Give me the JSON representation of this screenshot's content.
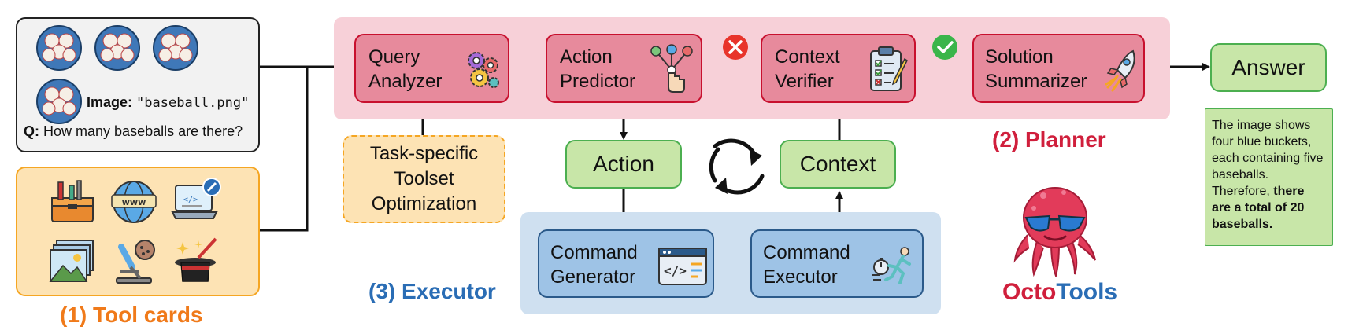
{
  "input_query": {
    "image_prefix": "Image:",
    "image_file": "\"baseball.png\"",
    "q_prefix": "Q:",
    "question": "How many baseballs are there?"
  },
  "tool_cards": {
    "label": "(1) Tool cards",
    "icons": [
      "toolbox-icon",
      "globe-www-icon",
      "laptop-code-icon",
      "image-gallery-icon",
      "microscope-icon",
      "magic-hat-icon"
    ]
  },
  "planner": {
    "label": "(2) Planner",
    "query_analyzer": "Query\nAnalyzer",
    "action_predictor": "Action\nPredictor",
    "context_verifier": "Context\nVerifier",
    "solution_summarizer": "Solution\nSummarizer"
  },
  "toolset_optimization": "Task-specific\nToolset\nOptimization",
  "action": "Action",
  "context": "Context",
  "executor": {
    "label": "(3) Executor",
    "command_generator": "Command\nGenerator",
    "command_executor": "Command\nExecutor"
  },
  "answer": {
    "label": "Answer",
    "text_plain": "The image shows four blue buckets, each containing five baseballs. Therefore, ",
    "text_bold": "there are a total of 20 baseballs."
  },
  "brand": {
    "part1": "Octo",
    "part2": "Tools"
  },
  "colors": {
    "planner_bg": "#f7d0d8",
    "planner_node": "#e78a9c",
    "planner_border": "#c8102e",
    "executor_bg": "#cfe0f0",
    "executor_node": "#9ec3e6",
    "executor_border": "#2b5a8a",
    "green_node": "#c8e6a8",
    "green_border": "#4caf50",
    "tool_bg": "#fde3b4",
    "tool_border": "#f5a623",
    "orange_text": "#f07a1a",
    "red_text": "#d01f3c",
    "blue_text": "#2a6db5"
  }
}
